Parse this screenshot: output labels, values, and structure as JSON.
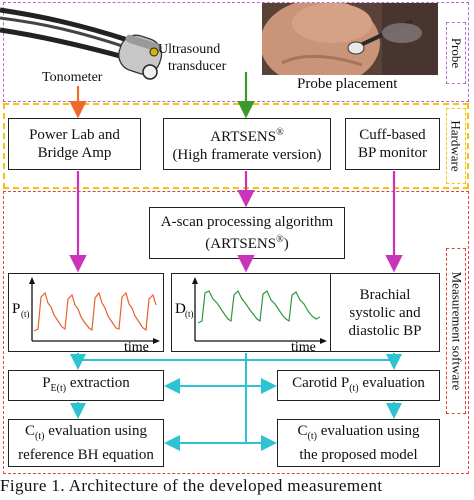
{
  "sections": {
    "probe": "Probe",
    "hardware": "Hardware",
    "software": "Measurement software"
  },
  "probe": {
    "ultrasound_label_line1": "Ultrasound",
    "ultrasound_label_line2": "transducer",
    "tonometer_label": "Tonometer",
    "placement_caption": "Probe placement"
  },
  "hardware": {
    "powerlab_line1": "Power Lab and",
    "powerlab_line2": "Bridge Amp",
    "artsens_line1": "ARTSENS",
    "artsens_sup": "®",
    "artsens_line2": "(High framerate version)",
    "cuff_line1": "Cuff-based",
    "cuff_line2": "BP monitor"
  },
  "software": {
    "ascan_line1": "A-scan processing algorithm",
    "ascan_line2_pre": "(ARTSENS",
    "ascan_line2_sup": "®",
    "ascan_line2_post": ")",
    "plot1_ylabel": "P",
    "plot1_ysub": "(t)",
    "plot1_xlabel": "time",
    "plot2_ylabel": "D",
    "plot2_ysub": "(t)",
    "plot2_xlabel": "time",
    "brachial_line1": "Brachial",
    "brachial_line2": "systolic and",
    "brachial_line3": "diastolic BP",
    "pe_pre": "P",
    "pe_sub": "E(t)",
    "pe_post": " extraction",
    "carotid_pre": "Carotid P",
    "carotid_sub": "(t)",
    "carotid_post": " evaluation",
    "ref_line1_pre": "C",
    "ref_line1_sub": "(t)",
    "ref_line1_post": " evaluation using",
    "ref_line2": "reference BH equation",
    "prop_line1_pre": "C",
    "prop_line1_sub": "(t)",
    "prop_line1_post": " evaluation using",
    "prop_line2": "the proposed model"
  },
  "caption": "Figure 1. Architecture of the developed measurement",
  "colors": {
    "probe_border": "#b76ad6",
    "hardware_border": "#f2c40a",
    "software_border": "#e0443a",
    "arrow_orange": "#f06a2c",
    "arrow_green": "#3a9a2c",
    "arrow_magenta": "#cc33bb",
    "arrow_cyan": "#2ec3d2",
    "pressure_wave": "#e8602a",
    "diameter_wave": "#2c9a3a"
  }
}
